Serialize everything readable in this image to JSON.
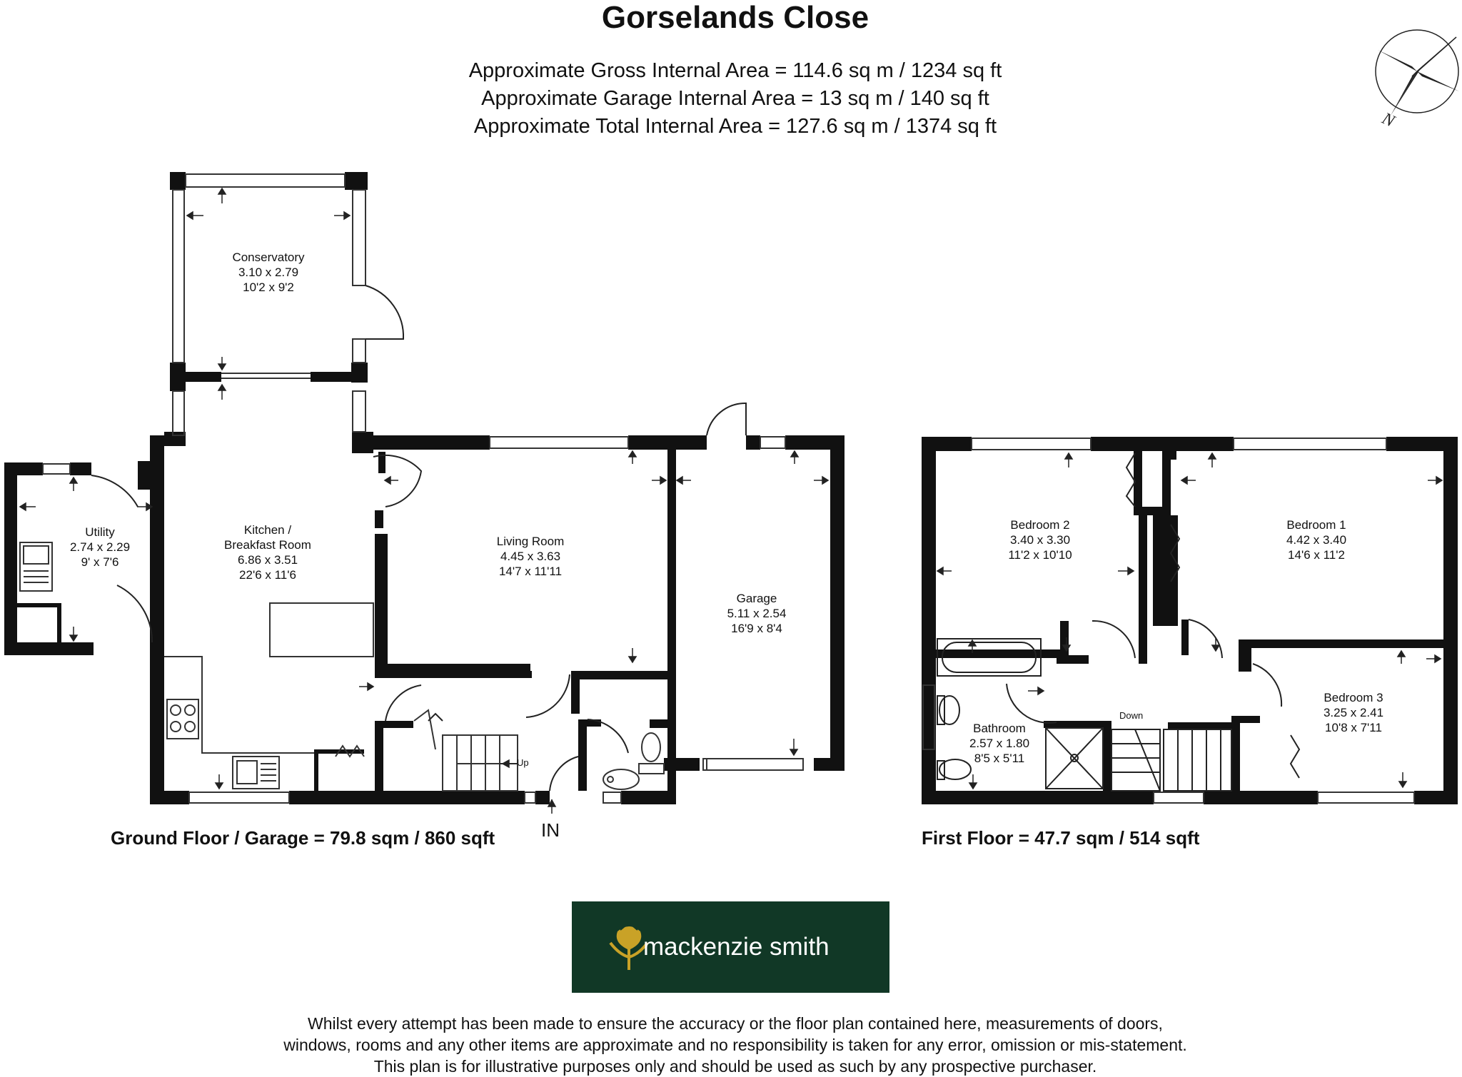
{
  "title": "Gorselands Close",
  "areas": [
    "Approximate Gross Internal Area = 114.6 sq m / 1234 sq ft",
    "Approximate Garage Internal Area = 13 sq m / 140 sq ft",
    "Approximate Total Internal Area = 127.6 sq m / 1374 sq ft"
  ],
  "compass": {
    "label": "N",
    "icon": "compass-rose-icon"
  },
  "ground_floor": {
    "label": "Ground Floor / Garage = 79.8 sqm / 860 sqft",
    "entrance": "IN",
    "stairs": "Up",
    "rooms": {
      "conservatory": {
        "name": "Conservatory",
        "metric": "3.10 x 2.79",
        "imperial": "10'2 x 9'2"
      },
      "utility": {
        "name": "Utility",
        "metric": "2.74 x 2.29",
        "imperial": "9' x 7'6"
      },
      "kitchen": {
        "name1": "Kitchen /",
        "name2": "Breakfast Room",
        "metric": "6.86 x 3.51",
        "imperial": "22'6 x 11'6"
      },
      "living": {
        "name": "Living Room",
        "metric": "4.45 x 3.63",
        "imperial": "14'7 x 11'11"
      },
      "garage": {
        "name": "Garage",
        "metric": "5.11 x 2.54",
        "imperial": "16'9 x 8'4"
      }
    }
  },
  "first_floor": {
    "label": "First Floor = 47.7 sqm / 514 sqft",
    "stairs": "Down",
    "rooms": {
      "bedroom2": {
        "name": "Bedroom 2",
        "metric": "3.40 x 3.30",
        "imperial": "11'2 x 10'10"
      },
      "bedroom1": {
        "name": "Bedroom 1",
        "metric": "4.42 x 3.40",
        "imperial": "14'6 x 11'2"
      },
      "bedroom3": {
        "name": "Bedroom 3",
        "metric": "3.25 x 2.41",
        "imperial": "10'8 x 7'11"
      },
      "bathroom": {
        "name": "Bathroom",
        "metric": "2.57 x 1.80",
        "imperial": "8'5 x 5'11"
      }
    }
  },
  "logo": {
    "text": "mackenzie smith",
    "icon": "thistle-icon",
    "bg_color": "#113826",
    "accent_color": "#c9a227"
  },
  "disclaimer": [
    "Whilst every attempt has been made to ensure the accuracy or the floor plan contained here, measurements of doors,",
    "windows, rooms and any other items are approximate and no responsibility is taken for any error, omission or mis-statement.",
    "This plan is for illustrative purposes only and should be used as such by any prospective purchaser."
  ]
}
